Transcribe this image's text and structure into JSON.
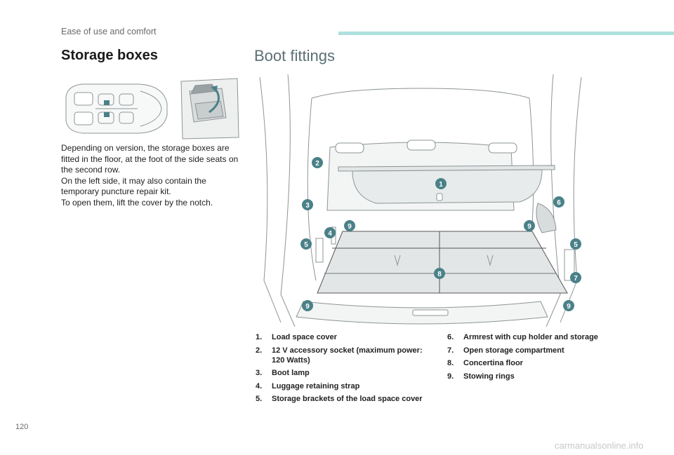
{
  "header": {
    "section": "Ease of use and comfort",
    "accent": "#aee0dd"
  },
  "storage": {
    "title": "Storage boxes",
    "paragraphs": [
      "Depending on version, the storage boxes are fitted in the floor, at the foot of the side seats on the second row.",
      "On the left side, it may also contain the temporary puncture repair kit.",
      "To open them, lift the cover by the notch."
    ]
  },
  "boot": {
    "title": "Boot fittings",
    "marker_color": "#4a8188",
    "markers": [
      "1",
      "2",
      "3",
      "4",
      "5",
      "5",
      "6",
      "7",
      "8",
      "9",
      "9",
      "9",
      "9"
    ],
    "legend_left": [
      {
        "num": "1.",
        "text": "Load space cover"
      },
      {
        "num": "2.",
        "text": "12 V accessory socket (maximum power: 120 Watts)"
      },
      {
        "num": "3.",
        "text": "Boot lamp"
      },
      {
        "num": "4.",
        "text": "Luggage retaining strap"
      },
      {
        "num": "5.",
        "text": "Storage brackets of the load space cover"
      }
    ],
    "legend_right": [
      {
        "num": "6.",
        "text": "Armrest with cup holder and storage"
      },
      {
        "num": "7.",
        "text": "Open storage compartment"
      },
      {
        "num": "8.",
        "text": "Concertina floor"
      },
      {
        "num": "9.",
        "text": "Stowing rings"
      }
    ]
  },
  "footer": {
    "page_number": "120",
    "watermark": "carmanualsonline.info"
  }
}
